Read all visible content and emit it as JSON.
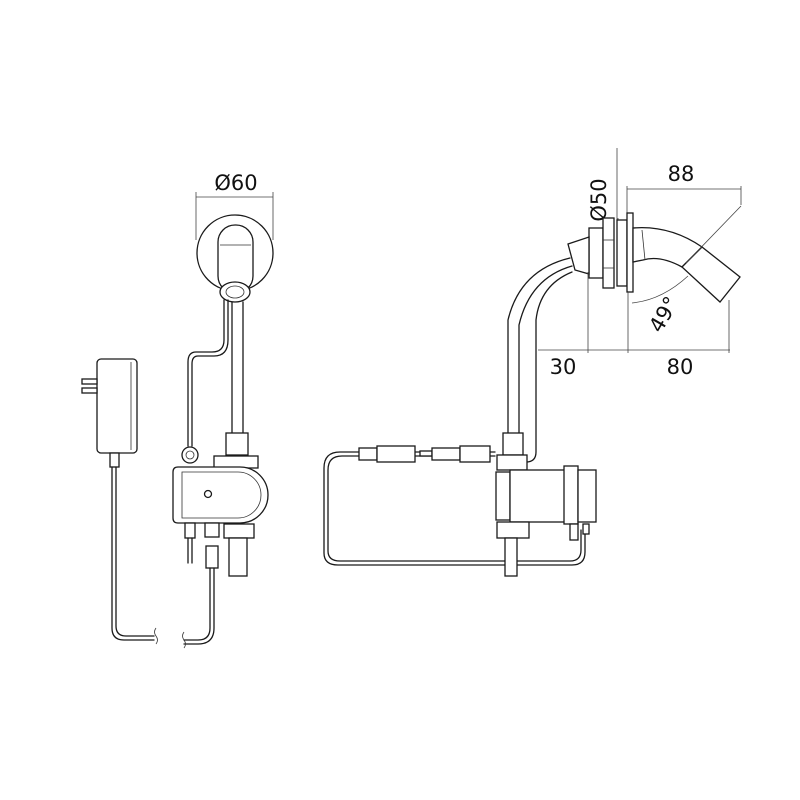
{
  "dimensions": {
    "front_diameter": "Ø60",
    "side_diameter": "Ø50",
    "spout_projection": "88",
    "wall_to_body": "30",
    "spout_reach": "80",
    "spout_angle": "49°"
  }
}
